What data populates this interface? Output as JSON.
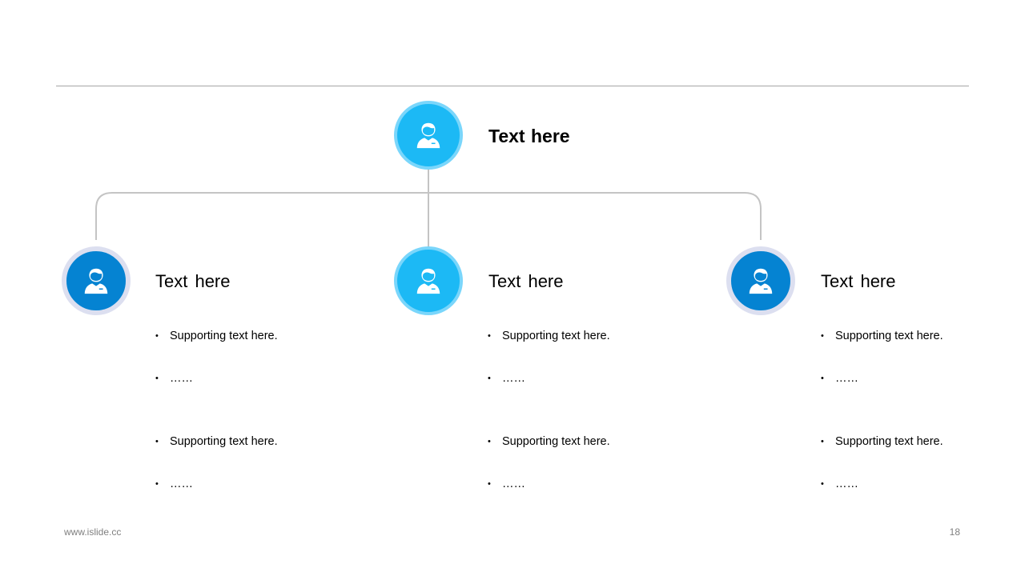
{
  "diagram": {
    "root": {
      "title": "Text here",
      "icon": "user-icon",
      "color": "#1cb9f5"
    },
    "children": [
      {
        "title": "Text here",
        "icon": "user-icon",
        "color": "#0583d2",
        "bullets": [
          "Supporting text here.",
          "……",
          "Supporting text here.",
          "……"
        ]
      },
      {
        "title": "Text here",
        "icon": "user-icon",
        "color": "#1cb9f5",
        "bullets": [
          "Supporting text here.",
          "……",
          "Supporting text here.",
          "……"
        ]
      },
      {
        "title": "Text here",
        "icon": "user-icon",
        "color": "#0583d2",
        "bullets": [
          "Supporting text here.",
          "……",
          "Supporting text here.",
          "……"
        ]
      }
    ]
  },
  "footer": {
    "url": "www.islide.cc",
    "page_number": "18"
  }
}
